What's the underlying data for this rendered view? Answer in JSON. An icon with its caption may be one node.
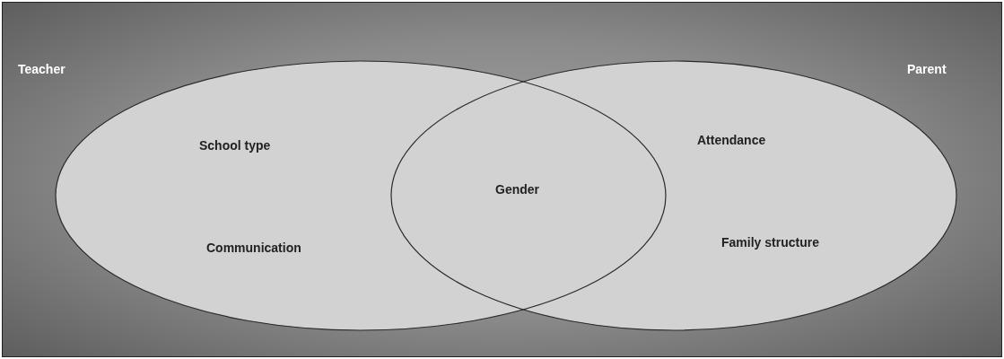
{
  "diagram": {
    "nodes": [
      {
        "text": [
          "Teacher",
          "School type",
          "Communication"
        ]
      },
      {
        "text": [
          "Parent",
          "Attendance",
          "Family structure"
        ]
      }
    ],
    "labels": [
      "Gender"
    ]
  }
}
